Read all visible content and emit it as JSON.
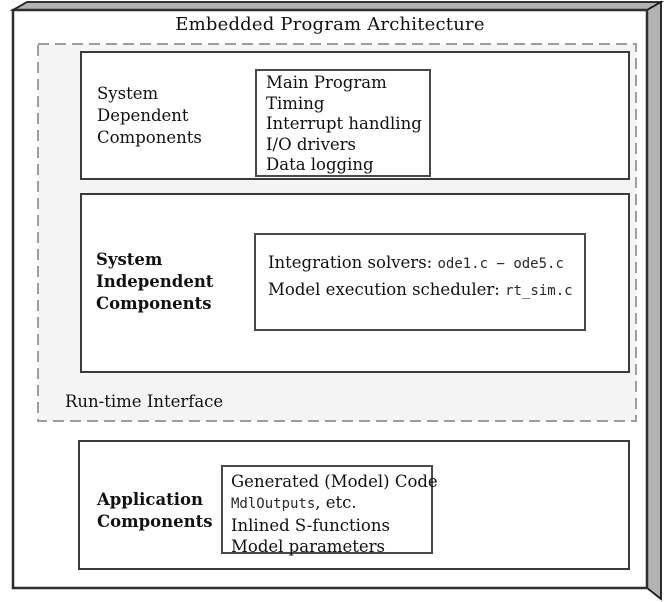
{
  "window": {
    "title": "Embedded Program Architecture"
  },
  "runtime_interface": {
    "label": "Run-time Interface"
  },
  "system_dependent": {
    "label": [
      "System",
      "Dependent",
      "Components"
    ],
    "items": [
      "Main Program",
      "Timing",
      "Interrupt handling",
      "I/O drivers",
      "Data logging"
    ]
  },
  "system_independent": {
    "label": [
      "System",
      "Independent",
      "Components"
    ],
    "line1": {
      "text": "Integration solvers: ",
      "code": "ode1.c − ode5.c"
    },
    "line2": {
      "text": "Model execution scheduler: ",
      "code": "rt_sim.c"
    }
  },
  "application": {
    "label": [
      "Application",
      "Components"
    ],
    "line1": "Generated (Model) Code",
    "line2": {
      "code": "MdlOutputs",
      "text": ", etc."
    },
    "line3": "Inlined S-functions",
    "line4": "Model parameters"
  },
  "colors": {
    "slab": "#b3b3b3",
    "outline": "#1a1a1a",
    "box-border": "#3a3a3a",
    "dashed-border": "#9e9e9e",
    "panel-bg": "#f4f4f4",
    "text": "#111111"
  }
}
